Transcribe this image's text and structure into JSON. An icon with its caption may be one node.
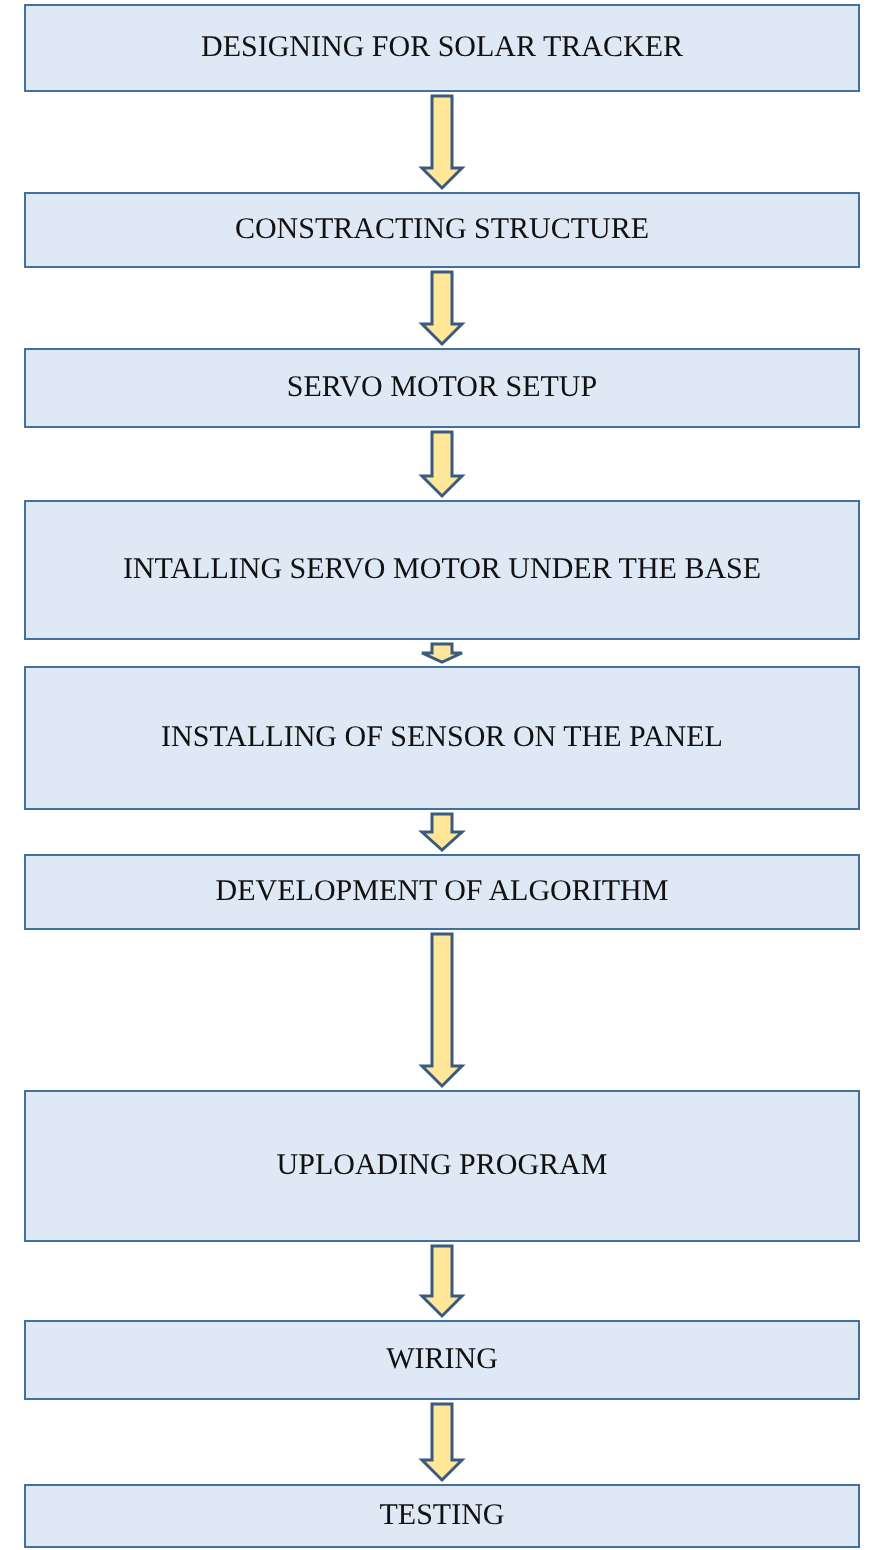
{
  "diagram": {
    "nodes": [
      {
        "text": [
          "DESIGNING FOR SOLAR TRACKER"
        ]
      },
      {
        "text": [
          "CONSTRACTING STRUCTURE"
        ]
      },
      {
        "text": [
          "SERVO MOTOR SETUP"
        ]
      },
      {
        "text": [
          "INTALLING SERVO MOTOR UNDER THE BASE"
        ]
      },
      {
        "text": [
          "INSTALLING OF SENSOR ON THE PANEL"
        ]
      },
      {
        "text": [
          "DEVELOPMENT OF ALGORITHM"
        ]
      },
      {
        "text": [
          "UPLOADING PROGRAM"
        ]
      },
      {
        "text": [
          "WIRING"
        ]
      },
      {
        "text": [
          "TESTING"
        ]
      }
    ],
    "edges": [
      {
        "from": 0,
        "to": 1,
        "arrow": "to"
      },
      {
        "from": 1,
        "to": 2,
        "arrow": "to"
      },
      {
        "from": 2,
        "to": 3,
        "arrow": "to"
      },
      {
        "from": 3,
        "to": 4,
        "arrow": "to"
      },
      {
        "from": 4,
        "to": 5,
        "arrow": "to"
      },
      {
        "from": 5,
        "to": 6,
        "arrow": "to"
      },
      {
        "from": 6,
        "to": 7,
        "arrow": "to"
      },
      {
        "from": 7,
        "to": 8,
        "arrow": "to"
      }
    ]
  }
}
